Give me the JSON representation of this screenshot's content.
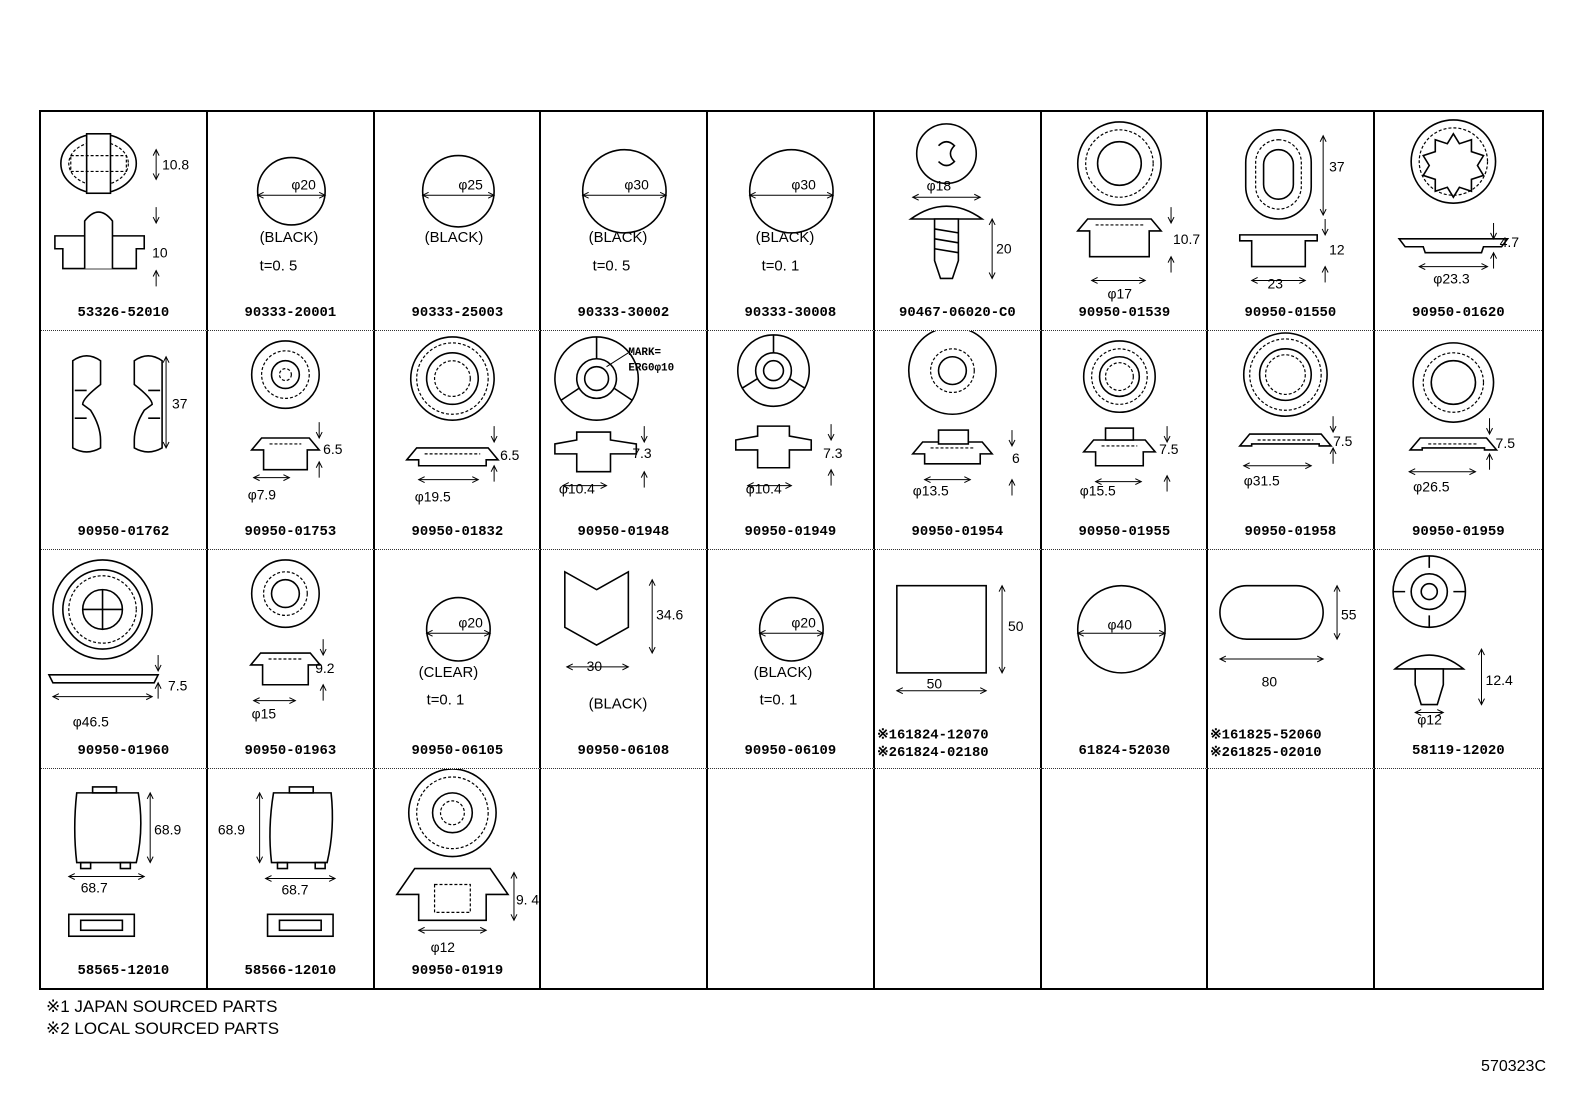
{
  "cells": [
    {
      "part": "53326-52010",
      "dims": [
        "10.8",
        "10"
      ]
    },
    {
      "part": "90333-20001",
      "dims": [
        "φ20"
      ],
      "color": "(BLACK)",
      "thickness": "t=0. 5"
    },
    {
      "part": "90333-25003",
      "dims": [
        "φ25"
      ],
      "color": "(BLACK)"
    },
    {
      "part": "90333-30002",
      "dims": [
        "φ30"
      ],
      "color": "(BLACK)",
      "thickness": "t=0. 5"
    },
    {
      "part": "90333-30008",
      "dims": [
        "φ30"
      ],
      "color": "(BLACK)",
      "thickness": "t=0. 1"
    },
    {
      "part": "90467-06020-C0",
      "dims": [
        "φ18",
        "20"
      ]
    },
    {
      "part": "90950-01539",
      "dims": [
        "10.7",
        "φ17"
      ]
    },
    {
      "part": "90950-01550",
      "dims": [
        "37",
        "12",
        "23"
      ]
    },
    {
      "part": "90950-01620",
      "dims": [
        "4.7",
        "φ23.3"
      ]
    },
    {
      "part": "90950-01762",
      "dims": [
        "37"
      ]
    },
    {
      "part": "90950-01753",
      "dims": [
        "6.5",
        "φ7.9"
      ]
    },
    {
      "part": "90950-01832",
      "dims": [
        "6.5",
        "φ19.5"
      ]
    },
    {
      "part": "90950-01948",
      "dims": [
        "7.3",
        "φ10.4"
      ],
      "mark": [
        "MARK=",
        "ERG0φ10"
      ]
    },
    {
      "part": "90950-01949",
      "dims": [
        "7.3",
        "φ10.4"
      ]
    },
    {
      "part": "90950-01954",
      "dims": [
        "6",
        "φ13.5"
      ]
    },
    {
      "part": "90950-01955",
      "dims": [
        "7.5",
        "φ15.5"
      ]
    },
    {
      "part": "90950-01958",
      "dims": [
        "7.5",
        "φ31.5"
      ]
    },
    {
      "part": "90950-01959",
      "dims": [
        "7.5",
        "φ26.5"
      ]
    },
    {
      "part": "90950-01960",
      "dims": [
        "7.5",
        "φ46.5"
      ]
    },
    {
      "part": "90950-01963",
      "dims": [
        "9.2",
        "φ15"
      ]
    },
    {
      "part": "90950-06105",
      "dims": [
        "φ20"
      ],
      "color": "(CLEAR)",
      "thickness": "t=0. 1"
    },
    {
      "part": "90950-06108",
      "dims": [
        "34.6",
        "30"
      ],
      "color": "(BLACK)"
    },
    {
      "part": "90950-06109",
      "dims": [
        "φ20"
      ],
      "color": "(BLACK)",
      "thickness": "t=0. 1"
    },
    {
      "parts": [
        "※161824-12070",
        "※261824-02180"
      ],
      "dims": [
        "50",
        "50"
      ]
    },
    {
      "part": "61824-52030",
      "dims": [
        "φ40"
      ]
    },
    {
      "parts": [
        "※161825-52060",
        "※261825-02010"
      ],
      "dims": [
        "55",
        "80"
      ]
    },
    {
      "part": "58119-12020",
      "dims": [
        "12.4",
        "φ12"
      ]
    },
    {
      "part": "58565-12010",
      "dims": [
        "68.9",
        "68.7"
      ]
    },
    {
      "part": "58566-12010",
      "dims": [
        "68.9",
        "68.7"
      ]
    },
    {
      "part": "90950-01919",
      "dims": [
        "9. 4",
        "φ12"
      ]
    },
    {},
    {},
    {},
    {},
    {},
    {}
  ],
  "footnotes": [
    "※1  JAPAN SOURCED PARTS",
    "※2  LOCAL SOURCED PARTS"
  ],
  "figure_code": "570323C"
}
